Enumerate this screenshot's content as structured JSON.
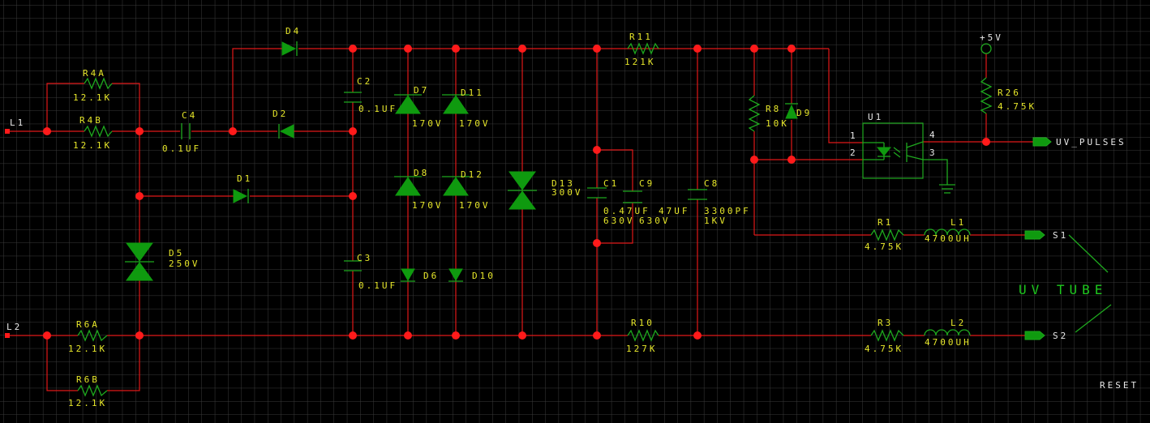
{
  "labels": {
    "L1": "L1",
    "L2": "L2",
    "R4A": "R4A",
    "R4A_val": "12.1K",
    "R4B": "R4B",
    "R4B_val": "12.1K",
    "R6A": "R6A",
    "R6A_val": "12.1K",
    "R6B": "R6B",
    "R6B_val": "12.1K",
    "C4": "C4",
    "C4_val": "0.1UF",
    "D4": "D4",
    "D2": "D2",
    "D1": "D1",
    "D5": "D5",
    "D5_val": "250V",
    "C2": "C2",
    "C2_val": "0.1UF",
    "C3": "C3",
    "C3_val": "0.1UF",
    "D7": "D7",
    "D7_val": "170V",
    "D11": "D11",
    "D11_val": "170V",
    "D8": "D8",
    "D8_val": "170V",
    "D12": "D12",
    "D12_val": "170V",
    "D6": "D6",
    "D10": "D10",
    "D13": "D13",
    "D13_val": "300V",
    "C1": "C1",
    "C1_val": "0.47UF",
    "C1_v": "630V",
    "C9": "C9",
    "C9_val": "47UF",
    "C9_v": "630V",
    "C8": "C8",
    "C8_val": "3300PF",
    "C8_v": "1KV",
    "R11": "R11",
    "R11_val": "121K",
    "R10": "R10",
    "R10_val": "127K",
    "R8": "R8",
    "R8_val": "10K",
    "D9": "D9",
    "U1": "U1",
    "U1_p1": "1",
    "U1_p2": "2",
    "U1_p3": "3",
    "U1_p4": "4",
    "VCC": "+5V",
    "R26": "R26",
    "R26_val": "4.75K",
    "UV_PULSES": "UV_PULSES",
    "R1": "R1",
    "R1_val": "4.75K",
    "L1i": "L1",
    "L1i_val": "4700UH",
    "R3": "R3",
    "R3_val": "4.75K",
    "L2i": "L2",
    "L2i_val": "4700UH",
    "S1": "S1",
    "S2": "S2",
    "UV_TUBE": "UV TUBE",
    "RESET": "RESET"
  },
  "colors": {
    "background": "#000000",
    "grid": "#3a3a3a",
    "wire": "#e01818",
    "junction": "#ff1a1a",
    "component": "#1ea81e",
    "label": "#e6e62a"
  }
}
